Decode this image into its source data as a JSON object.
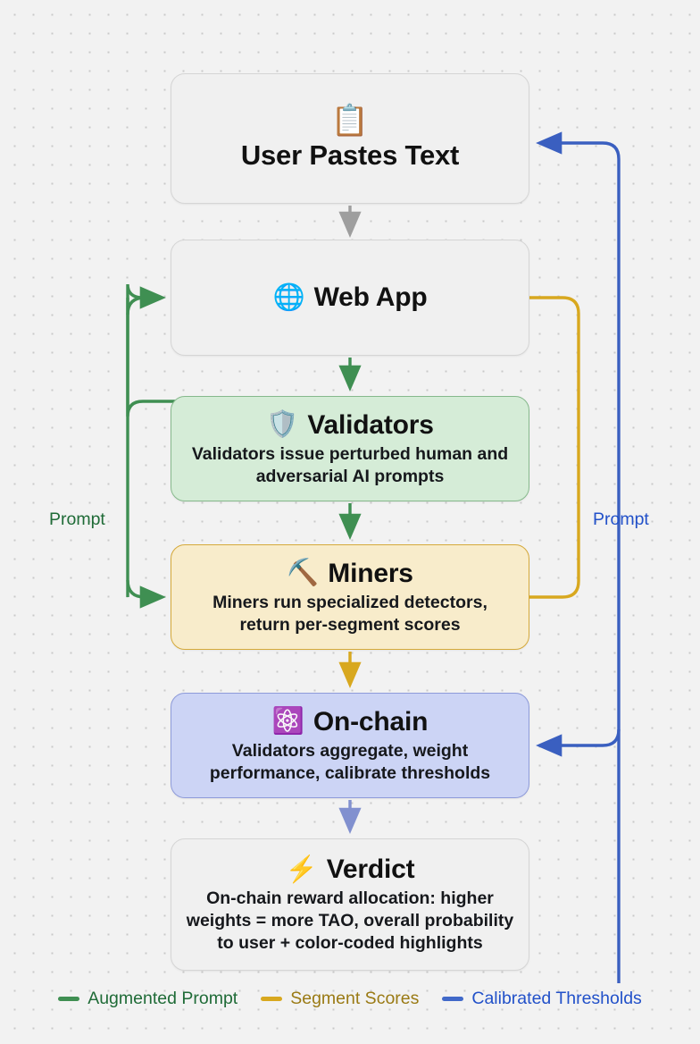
{
  "diagram": {
    "background_color": "#f2f2f2",
    "nodes": [
      {
        "id": "user",
        "emoji": "📋",
        "icon_name": "clipboard-icon",
        "title": "User Pastes Text",
        "desc": "",
        "fill": "#f0f0f0",
        "stroke": "#d5d5d5"
      },
      {
        "id": "webapp",
        "emoji": "🌐",
        "icon_name": "globe-icon",
        "title": "Web App",
        "desc": "",
        "fill": "#f0f0f0",
        "stroke": "#d5d5d5"
      },
      {
        "id": "validators",
        "emoji": "🛡️",
        "icon_name": "shield-icon",
        "title": "Validators",
        "desc": "Validators issue perturbed human and adversarial AI prompts",
        "fill": "#d5ecd7",
        "stroke": "#86b98c"
      },
      {
        "id": "miners",
        "emoji": "⛏️",
        "icon_name": "pickaxe-icon",
        "title": "Miners",
        "desc": "Miners run specialized detectors, return per-segment scores",
        "fill": "#f8eccb",
        "stroke": "#d5a93a"
      },
      {
        "id": "onchain",
        "emoji": "⚛️",
        "icon_name": "chain-nodes-icon",
        "title": "On-chain",
        "desc": "Validators aggregate, weight performance, calibrate thresholds",
        "fill": "#ccd4f5",
        "stroke": "#8d9ad9"
      },
      {
        "id": "verdict",
        "emoji": "⚡",
        "icon_name": "lightning-icon",
        "title": "Verdict",
        "desc": "On-chain reward allocation: higher weights = more TAO, overall probability to user + color-coded highlights",
        "fill": "#f0f0f0",
        "stroke": "#d5d5d5"
      }
    ],
    "edge_labels": [
      {
        "id": "left-prompt",
        "text": "Prompt",
        "color": "#1f6b37"
      },
      {
        "id": "right-prompt",
        "text": "Prompt",
        "color": "#2251c9"
      }
    ],
    "edge_colors": {
      "neutral": "#9e9e9e",
      "green": "#3f8f52",
      "yellow": "#d8a81f",
      "blue": "#4169c9",
      "blue_dark": "#3a5fc0",
      "lavender": "#8190cf"
    },
    "legend": [
      {
        "label": "Augmented Prompt",
        "color": "#1f6b37",
        "swatch": "#3f8f52"
      },
      {
        "label": "Segment Scores",
        "color": "#9a7a14",
        "swatch": "#d8a81f"
      },
      {
        "label": "Calibrated Thresholds",
        "color": "#2251c9",
        "swatch": "#4169c9"
      }
    ]
  }
}
